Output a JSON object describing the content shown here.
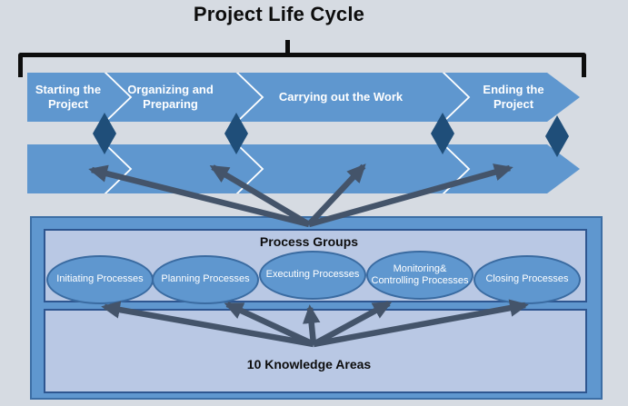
{
  "title": "Project Life Cycle",
  "colors": {
    "background": "#d6dbe2",
    "ink": "#0d0d0d",
    "band_blue": "#5f97cf",
    "diamond": "#1f4e79",
    "arrow": "#44546a",
    "outer_box": "#5f97cf",
    "outer_box_border": "#3c6ea5",
    "inner_box": "#b9c8e4",
    "inner_box_border": "#2e5690",
    "ellipse_fill": "#5f97cf",
    "ellipse_border": "#3a6ba1"
  },
  "lifecycle": {
    "phases": [
      "Starting the Project",
      "Organizing and Preparing",
      "Carrying out the Work",
      "Ending the Project"
    ]
  },
  "process_groups": {
    "label": "Process Groups",
    "items": [
      "Initiating Processes",
      "Planning Processes",
      "Executing Processes",
      "Monitoring& Controlling Processes",
      "Closing Processes"
    ]
  },
  "knowledge_areas": {
    "label": "10 Knowledge Areas"
  }
}
